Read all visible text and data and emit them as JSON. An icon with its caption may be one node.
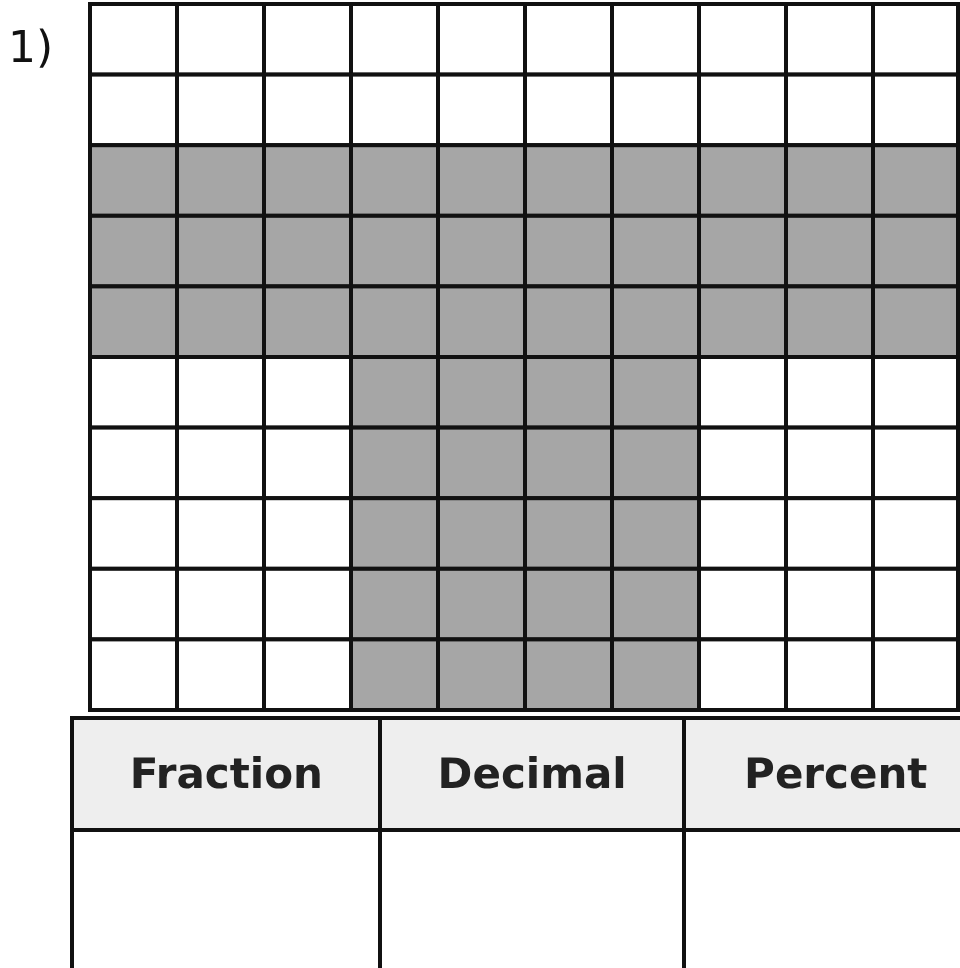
{
  "diagram": {
    "labels": [
      "1)",
      "Fraction",
      "Decimal",
      "Percent"
    ]
  }
}
